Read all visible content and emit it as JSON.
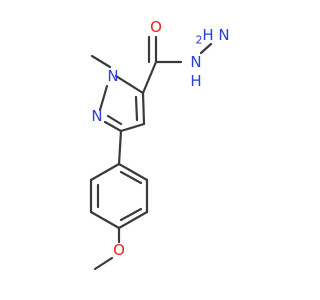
{
  "molecule": {
    "labels": {
      "carbonyl_oxygen": "O",
      "hydrazide_n_terminal": "N",
      "hydrazide_h2_terminal": "H",
      "hydrazide_h2_subscript": "2",
      "hydrazide_nh_n": "N",
      "hydrazide_nh_h": "H",
      "ring_n1": "N",
      "ring_n2": "N",
      "ether_oxygen": "O"
    },
    "colors": {
      "bond": "#3a3a3a",
      "oxygen": "#e8201c",
      "nitrogen": "#2a3fd9",
      "background": "#ffffff"
    }
  }
}
